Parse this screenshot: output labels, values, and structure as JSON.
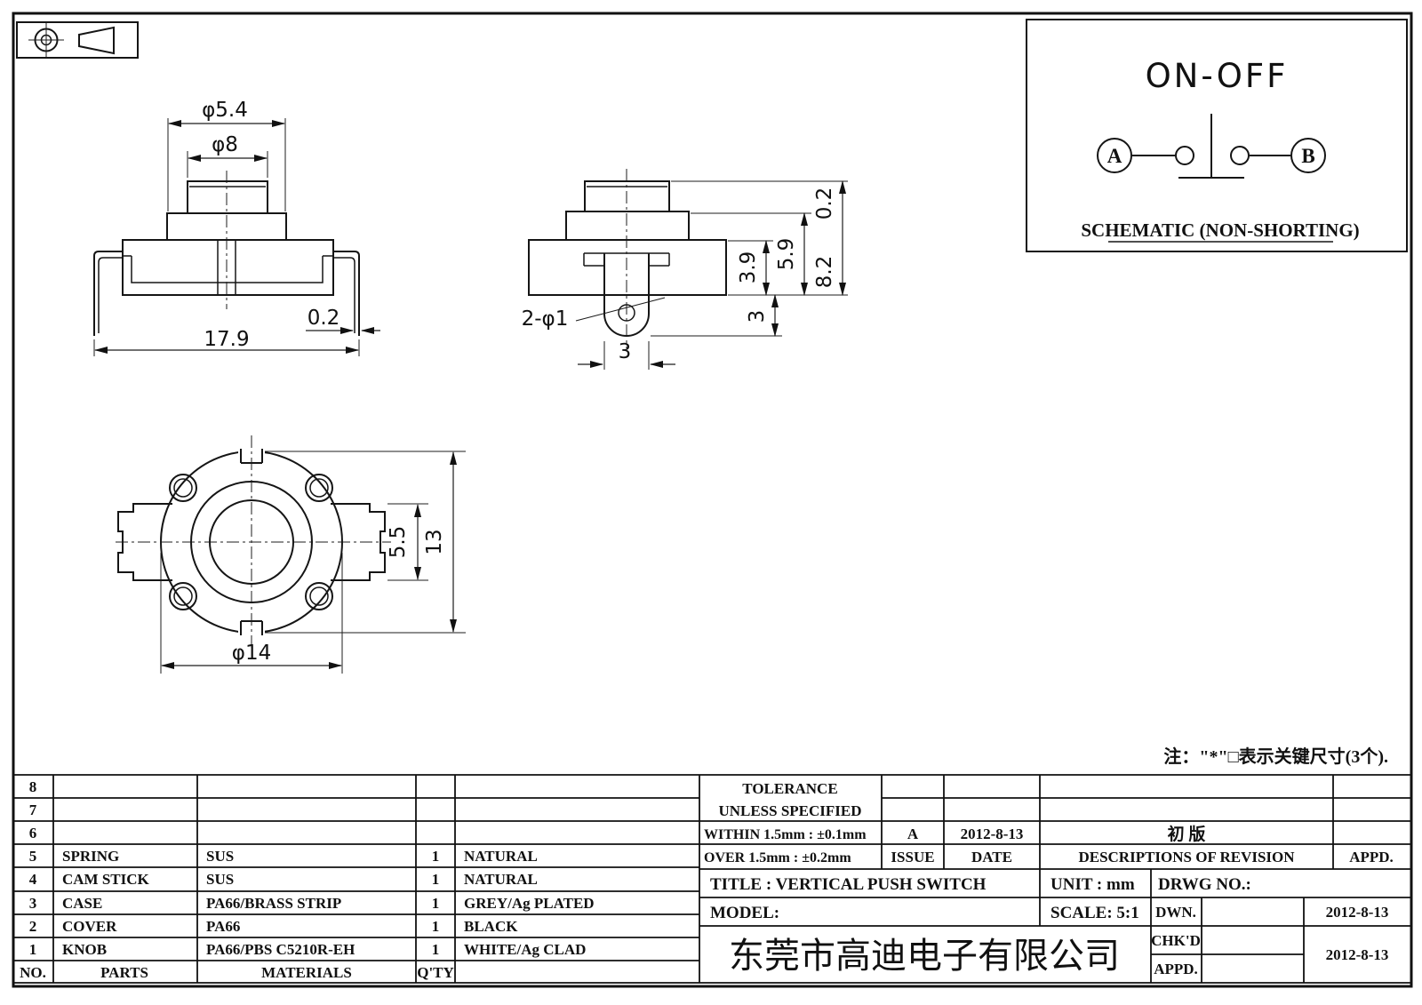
{
  "sheet": {
    "note": "注：\"*\"□表示关键尺寸(3个)."
  },
  "views": {
    "front": {
      "dia_step": "φ5.4",
      "dia_knob": "φ8",
      "overall_width": "17.9",
      "lead_thickness": "0.2"
    },
    "side": {
      "lead_holes": "2-φ1",
      "tab_width": "3",
      "case_height": "3.9",
      "upper_height": "5.9",
      "knob_lip": "0.2",
      "total_height": "8.2",
      "tab_length": "3"
    },
    "bottom": {
      "tab_span": "5.5",
      "across_flats": "13",
      "diameter": "φ14"
    }
  },
  "schematic": {
    "mode": "ON-OFF",
    "terminal_a": "A",
    "terminal_b": "B",
    "caption": "SCHEMATIC (NON-SHORTING)"
  },
  "parts_table": {
    "headers": {
      "no": "NO.",
      "parts": "PARTS",
      "materials": "MATERIALS",
      "qty": "Q'TY"
    },
    "rows": [
      {
        "no": "8",
        "part": "",
        "material": "",
        "qty": "",
        "color": ""
      },
      {
        "no": "7",
        "part": "",
        "material": "",
        "qty": "",
        "color": ""
      },
      {
        "no": "6",
        "part": "",
        "material": "",
        "qty": "",
        "color": ""
      },
      {
        "no": "5",
        "part": "SPRING",
        "material": "SUS",
        "qty": "1",
        "color": "NATURAL"
      },
      {
        "no": "4",
        "part": "CAM STICK",
        "material": "SUS",
        "qty": "1",
        "color": "NATURAL"
      },
      {
        "no": "3",
        "part": "CASE",
        "material": "PA66/BRASS STRIP",
        "qty": "1",
        "color": "GREY/Ag PLATED"
      },
      {
        "no": "2",
        "part": "COVER",
        "material": "PA66",
        "qty": "1",
        "color": "BLACK"
      },
      {
        "no": "1",
        "part": "KNOB",
        "material": "PA66/PBS C5210R-EH",
        "qty": "1",
        "color": "WHITE/Ag CLAD"
      }
    ]
  },
  "title_block": {
    "tolerance_line1": "TOLERANCE",
    "tolerance_line2": "UNLESS  SPECIFIED",
    "within": "WITHIN 1.5mm : ±0.1mm",
    "over": "OVER 1.5mm : ±0.2mm",
    "issue_value": "A",
    "issue_label": "ISSUE",
    "date_value": "2012-8-13",
    "date_label": "DATE",
    "revision_value": "初  版",
    "revision_label": "DESCRIPTIONS OF REVISION",
    "appd_label": "APPD.",
    "title": "TITLE :  VERTICAL PUSH SWITCH",
    "unit": "UNIT :  mm",
    "drwg_no": "DRWG NO.:",
    "model": "MODEL:",
    "scale": "SCALE:  5:1",
    "company": "东莞市高迪电子有限公司",
    "dwn_label": "DWN.",
    "dwn_date": "2012-8-13",
    "chkd_label": "CHK'D",
    "chkd_date": "2012-8-13",
    "appd_sign_label": "APPD."
  }
}
